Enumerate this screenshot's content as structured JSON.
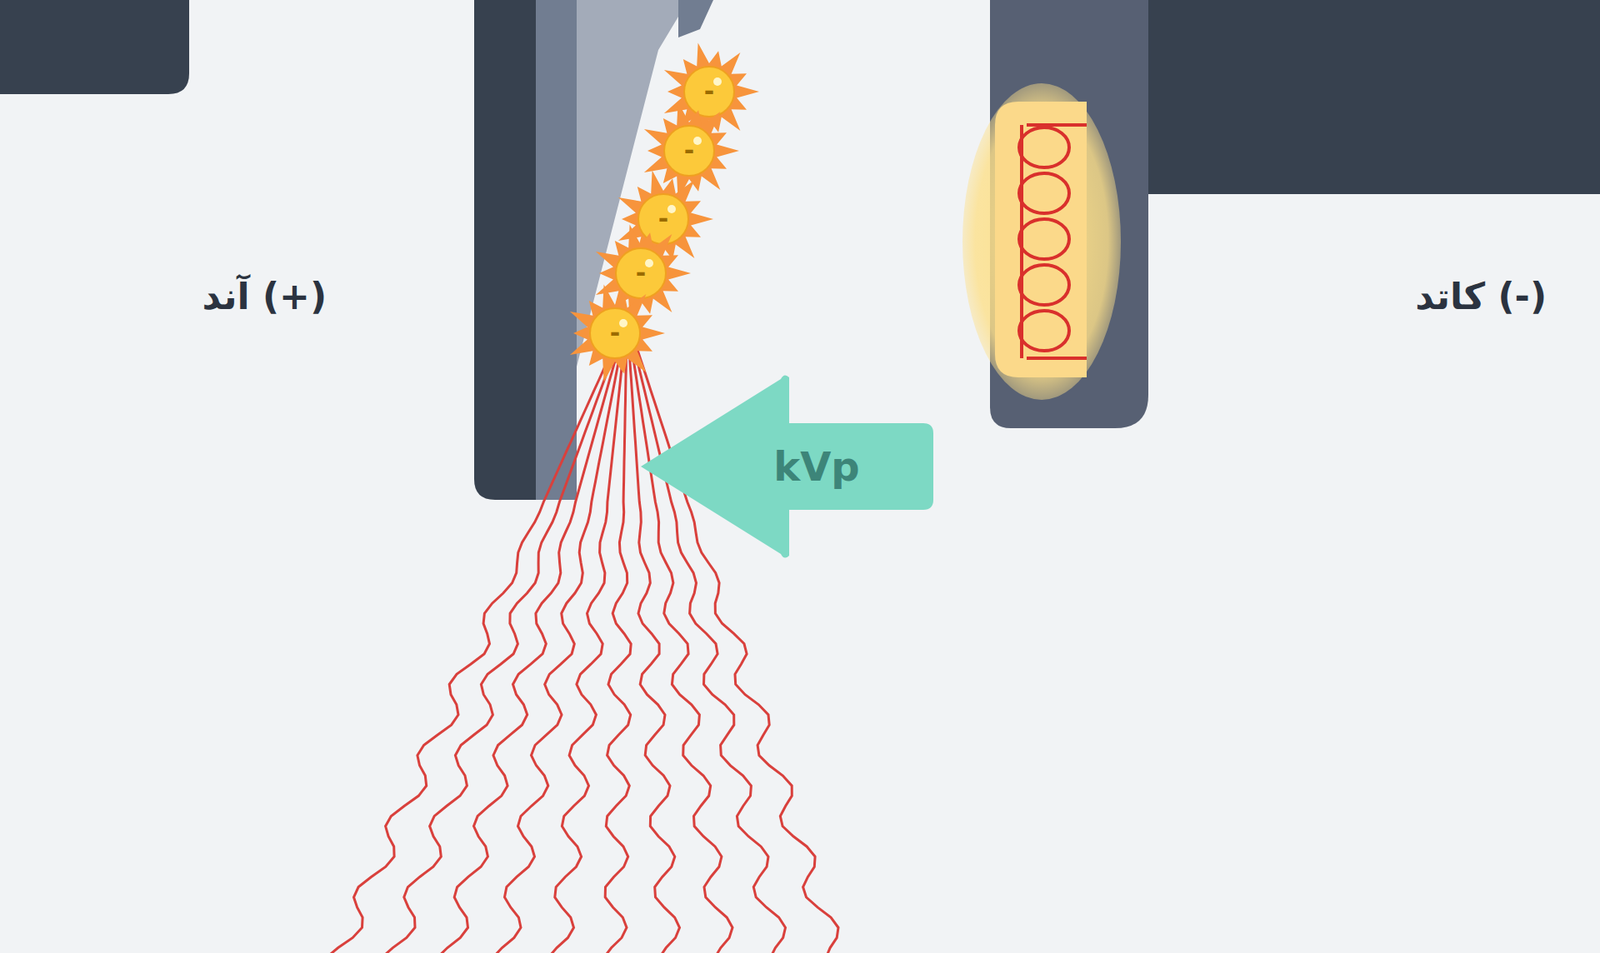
{
  "diagram": {
    "nodes": [
      {
        "text": [
          "kVp"
        ]
      }
    ],
    "edges": [],
    "labels": [
      "(+) آند",
      "(-) کاتد",
      "-",
      "-",
      "-",
      "-",
      "-"
    ]
  }
}
